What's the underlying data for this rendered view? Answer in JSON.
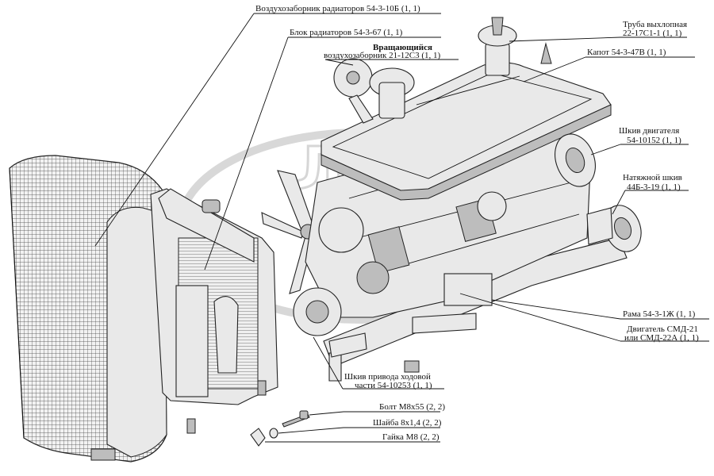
{
  "labels": {
    "radiator_air_intake": "Воздухозаборник радиаторов 54-3-10Б (1, 1)",
    "radiator_block": "Блок радиаторов 54-3-67 (1, 1)",
    "rotating_intake_line1": "Вращающийся",
    "rotating_intake_line2": "воздухозаборник 21-12С3 (1, 1)",
    "exhaust_pipe_line1": "Труба выхлопная",
    "exhaust_pipe_line2": "22-17С1-1 (1, 1)",
    "hood": "Капот 54-3-47В (1, 1)",
    "engine_pulley_line1": "Шкив двигателя",
    "engine_pulley_line2": "54-10152 (1, 1)",
    "tension_pulley_line1": "Натяжной шкив",
    "tension_pulley_line2": "44Б-3-19 (1, 1)",
    "frame": "Рама 54-3-1Ж (1, 1)",
    "engine_line1": "Двигатель СМД-21",
    "engine_line2": "или СМД-22А (1, 1)",
    "drive_pulley_line1": "Шкив привода ходовой",
    "drive_pulley_line2": "части 54-10253 (1, 1)",
    "bolt": "Болт М8х55 (2, 2)",
    "washer": "Шайба 8х1,4 (2, 2)",
    "nut": "Гайка М8 (2, 2)"
  },
  "watermark": {
    "text": "ЛОТ",
    "logo": "dealer-watermark-logo"
  }
}
